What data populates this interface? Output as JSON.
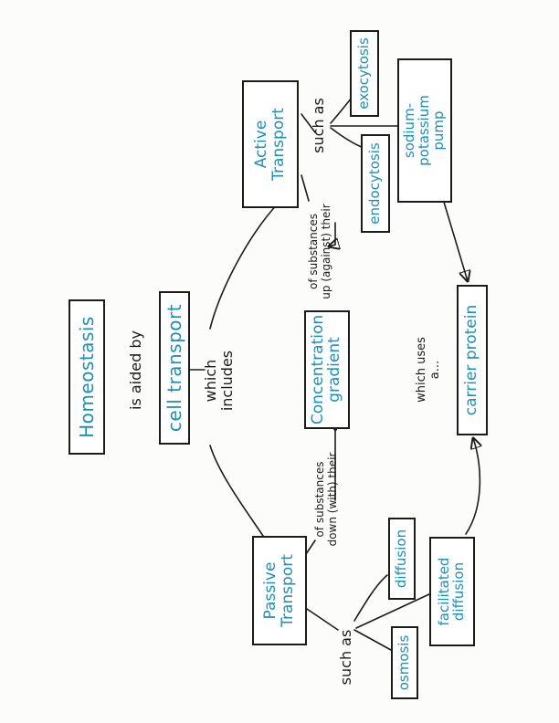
{
  "nodes": {
    "homeostasis": "Homeostasis",
    "cell_transport": "cell transport",
    "active_transport": "Active\nTransport",
    "passive_transport": "Passive\nTransport",
    "concentration_gradient": "Concentration\ngradient",
    "carrier_protein": "carrier protein",
    "exocytosis": "exocytosis",
    "endocytosis": "endocytosis",
    "sodium_potassium_pump": "sodium-\npotassium\npump",
    "diffusion": "diffusion",
    "osmosis": "osmosis",
    "facilitated_diffusion": "facilitated\ndiffusion"
  },
  "links": {
    "is_aided_by": "is aided by",
    "which_includes": "which\nincludes",
    "such_as_active": "such as",
    "such_as_passive": "such as",
    "up_against": "of substances\nup (against) their",
    "down_with": "of substances\ndown (with) their",
    "which_uses": "which uses\na..."
  },
  "colors": {
    "node_text": "#1f8fb6",
    "border": "#1b1b1b",
    "line": "#1b1b1b"
  }
}
